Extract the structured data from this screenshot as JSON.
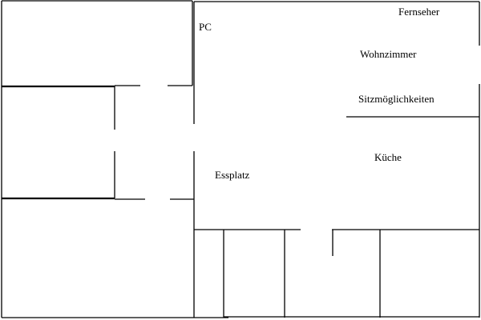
{
  "floorplan": {
    "rooms": {
      "pc": "PC",
      "fernseher": "Fernseher",
      "wohnzimmer": "Wohnzimmer",
      "sitzmoeglichkeiten": "Sitzmöglichkeiten",
      "kueche": "Küche",
      "essplatz": "Essplatz"
    },
    "colors": {
      "wall": "#000000",
      "background": "#ffffff"
    }
  }
}
